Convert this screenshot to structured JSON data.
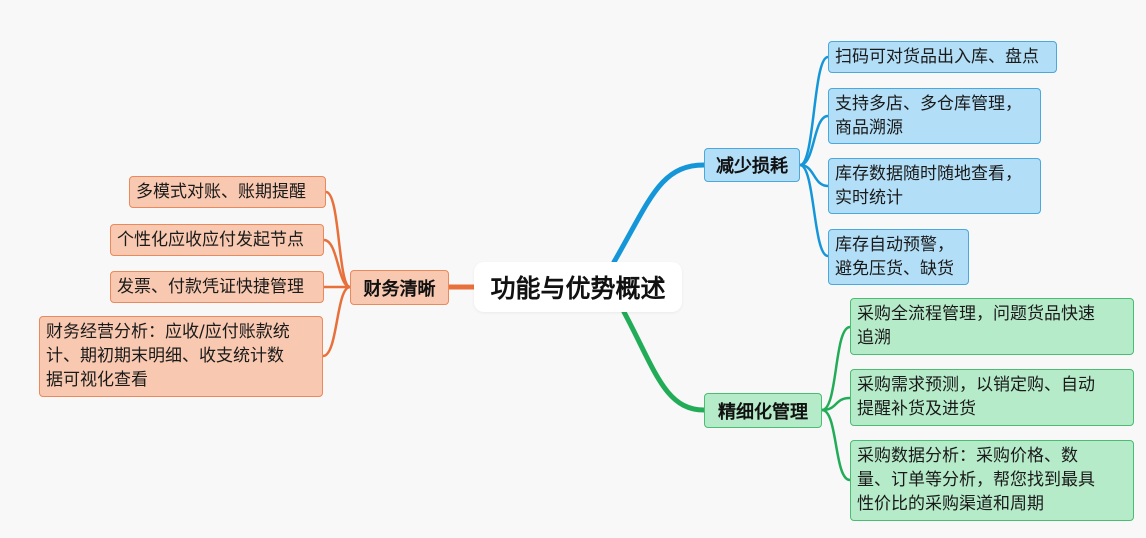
{
  "root": {
    "title": "功能与优势概述"
  },
  "branches": {
    "finance": {
      "label": "财务清晰",
      "color": "#e8703a",
      "items": [
        "多模式对账、账期提醒",
        "个性化应收应付发起节点",
        "发票、付款凭证快捷管理",
        "财务经营分析：应收/应付账款统\n计、期初期末明细、收支统计数\n据可视化查看"
      ]
    },
    "reduce_loss": {
      "label": "减少损耗",
      "color": "#1596d8",
      "items": [
        "扫码可对货品出入库、盘点",
        "支持多店、多仓库管理，\n商品溯源",
        "库存数据随时随地查看，\n实时统计",
        "库存自动预警，\n避免压货、缺货"
      ]
    },
    "fine_management": {
      "label": "精细化管理",
      "color": "#22ac57",
      "items": [
        "采购全流程管理，问题货品快速\n追溯",
        "采购需求预测，以销定购、自动\n提醒补货及进货",
        "采购数据分析：采购价格、数\n量、订单等分析，帮您找到最具\n性价比的采购渠道和周期"
      ]
    }
  }
}
